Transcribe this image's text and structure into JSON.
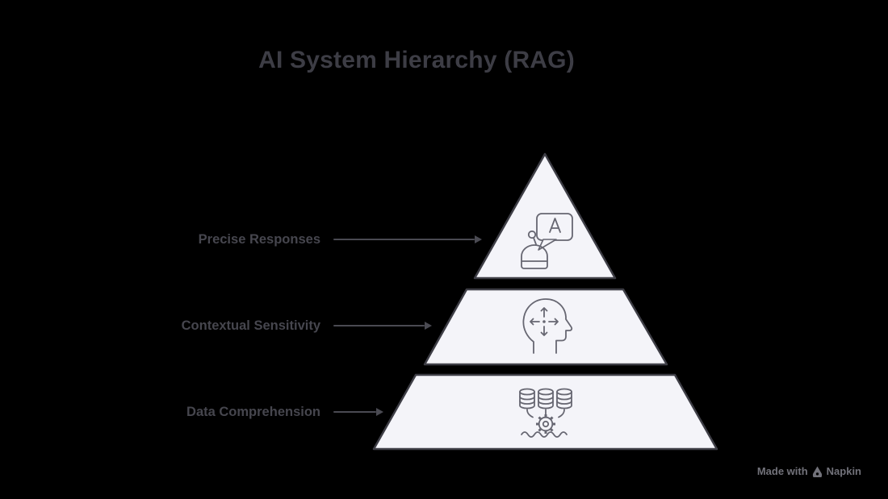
{
  "title": "AI System Hierarchy (RAG)",
  "pyramid": {
    "tiers": [
      {
        "label": "Precise Responses",
        "icon": "robot-chat-icon"
      },
      {
        "label": "Contextual Sensitivity",
        "icon": "head-arrows-icon"
      },
      {
        "label": "Data Comprehension",
        "icon": "databases-gear-icon"
      }
    ]
  },
  "watermark": {
    "prefix": "Made with",
    "brand": "Napkin",
    "icon": "napkin-pen-icon"
  },
  "colors": {
    "background": "#000000",
    "title": "#3d3d45",
    "label": "#46464e",
    "arrow": "#4a4a52",
    "tier_fill": "#f4f4f9",
    "tier_stroke": "#3e3e46",
    "icon_stroke": "#676772",
    "watermark": "#72727a"
  }
}
